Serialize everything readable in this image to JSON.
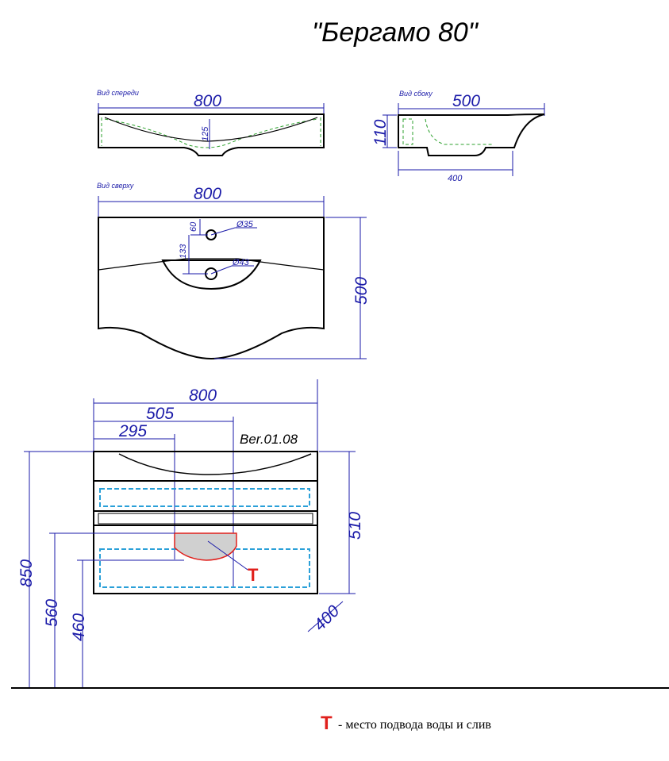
{
  "title": "\"Бергамо 80\"",
  "views": {
    "front": {
      "label": "Вид спереди",
      "width": "800",
      "depth": "125"
    },
    "side": {
      "label": "Вид сбоку",
      "depth": "500",
      "height": "110",
      "bottom": "400"
    },
    "top": {
      "label": "Вид сверху",
      "width": "800",
      "depth": "500",
      "d60": "60",
      "d133": "133",
      "hole_tap": "Ø35",
      "hole_drain": "Ø43"
    }
  },
  "assembly": {
    "width": "800",
    "d505": "505",
    "d295": "295",
    "version": "Ber.01.08",
    "height_510": "510",
    "height_850": "850",
    "height_560": "560",
    "height_460": "460",
    "depth_400": "400",
    "marker": "Т"
  },
  "legend": {
    "marker": "Т",
    "text": "- место подвода воды и слив"
  },
  "colors": {
    "dimension": "#1a1aa8",
    "outline": "#000000",
    "hidden_basin": "#2ca02c",
    "drawer_dash": "#2aa0d8",
    "marker": "#e0201c",
    "service_zone": "#d0d0d0"
  }
}
